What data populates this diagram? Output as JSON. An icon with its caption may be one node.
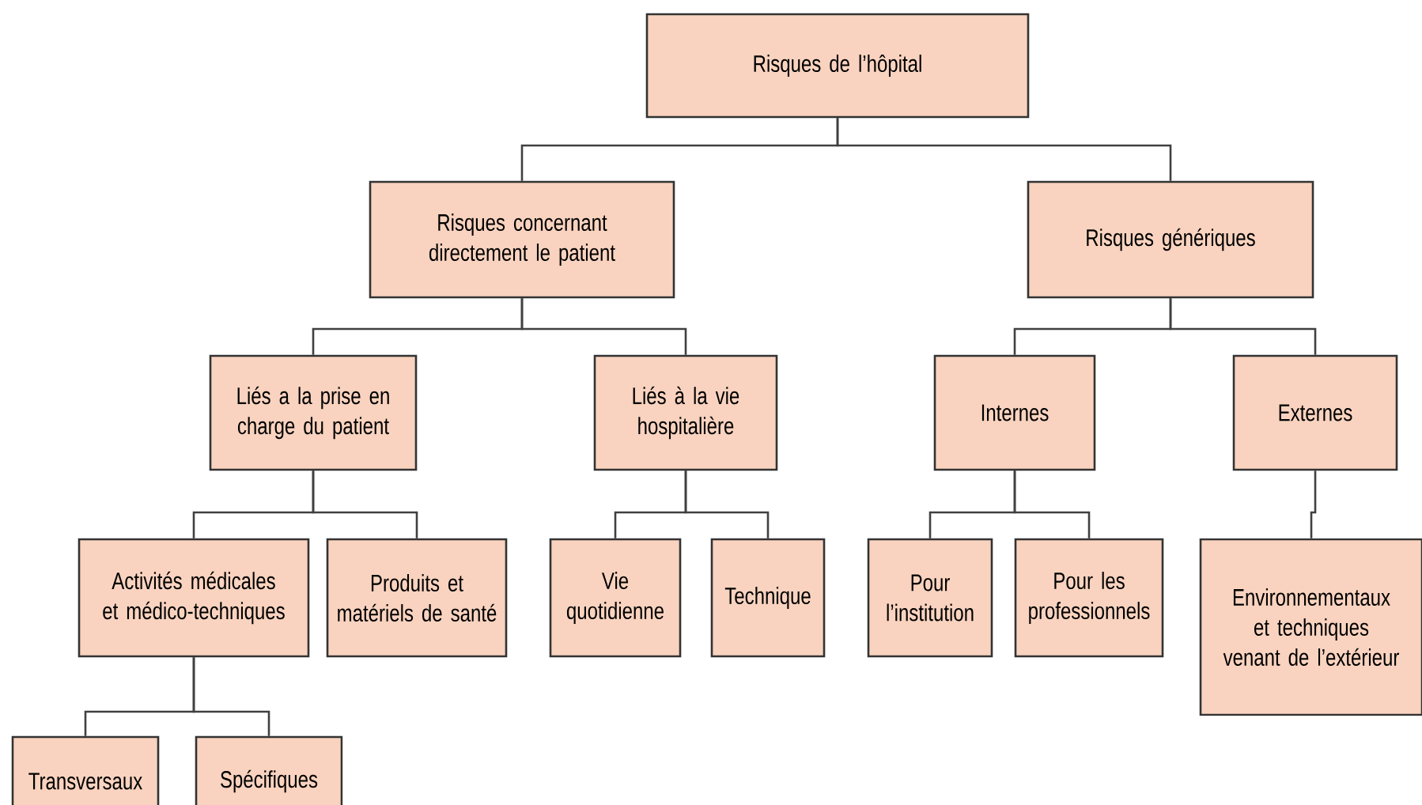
{
  "diagram": {
    "nodes": [
      {
        "text": [
          "Risques de l’hôpital"
        ]
      },
      {
        "text": [
          "Risques concernant directement le patient"
        ]
      },
      {
        "text": [
          "Risques génériques"
        ]
      },
      {
        "text": [
          "Liés a la prise en charge du patient"
        ]
      },
      {
        "text": [
          "Liés à la vie hospitalière"
        ]
      },
      {
        "text": [
          "Internes"
        ]
      },
      {
        "text": [
          "Externes"
        ]
      },
      {
        "text": [
          "Activités médicales et médico-techniques"
        ]
      },
      {
        "text": [
          "Produits et matériels de santé"
        ]
      },
      {
        "text": [
          "Vie quotidienne"
        ]
      },
      {
        "text": [
          "Technique"
        ]
      },
      {
        "text": [
          "Pour l’institution"
        ]
      },
      {
        "text": [
          "Pour les professionnels"
        ]
      },
      {
        "text": [
          "Environnementaux et techniques venant de l’extérieur"
        ]
      },
      {
        "text": [
          "Transversaux"
        ]
      },
      {
        "text": [
          "Spécifiques"
        ]
      }
    ],
    "edges": [
      {
        "from": 0,
        "to": 1,
        "arrow": "none"
      },
      {
        "from": 0,
        "to": 2,
        "arrow": "none"
      },
      {
        "from": 1,
        "to": 3,
        "arrow": "none"
      },
      {
        "from": 1,
        "to": 4,
        "arrow": "none"
      },
      {
        "from": 2,
        "to": 5,
        "arrow": "none"
      },
      {
        "from": 2,
        "to": 6,
        "arrow": "none"
      },
      {
        "from": 3,
        "to": 7,
        "arrow": "none"
      },
      {
        "from": 3,
        "to": 8,
        "arrow": "none"
      },
      {
        "from": 4,
        "to": 9,
        "arrow": "none"
      },
      {
        "from": 4,
        "to": 10,
        "arrow": "none"
      },
      {
        "from": 5,
        "to": 11,
        "arrow": "none"
      },
      {
        "from": 5,
        "to": 12,
        "arrow": "none"
      },
      {
        "from": 6,
        "to": 13,
        "arrow": "none"
      },
      {
        "from": 7,
        "to": 14,
        "arrow": "none"
      },
      {
        "from": 7,
        "to": 15,
        "arrow": "none"
      }
    ]
  }
}
